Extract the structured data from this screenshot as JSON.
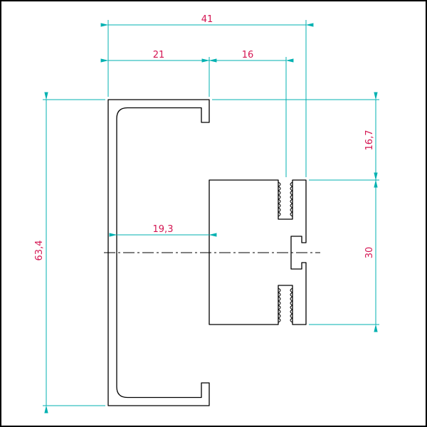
{
  "drawing": {
    "dimensions": {
      "overall_width": "41",
      "left_width": "21",
      "right_width": "16",
      "overall_height": "63,4",
      "upper_right_height": "16,7",
      "channel_height": "30",
      "inner_width": "19,3"
    },
    "colors": {
      "dimension_line": "#00b1b1",
      "dimension_text": "#d41552",
      "profile_line": "#000000",
      "background": "#ffffff"
    }
  }
}
